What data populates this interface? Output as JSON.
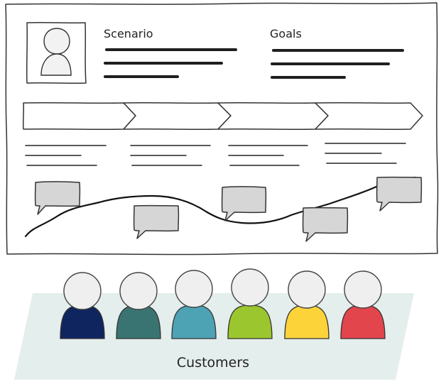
{
  "persona": {
    "scenario_label": "Scenario",
    "goals_label": "Goals"
  },
  "journey": {
    "stage_count": 4,
    "curve_shape": "wavy line across stages with five speech bubbles"
  },
  "customers": {
    "label": "Customers",
    "panel_color": "#e4eeec",
    "people": [
      {
        "name": "customer-navy",
        "color": "#0f2560"
      },
      {
        "name": "customer-dark-teal",
        "color": "#3a7472"
      },
      {
        "name": "customer-teal",
        "color": "#4da3b4"
      },
      {
        "name": "customer-green",
        "color": "#9cc62d"
      },
      {
        "name": "customer-yellow",
        "color": "#fdd33a"
      },
      {
        "name": "customer-red",
        "color": "#e3454c"
      }
    ]
  },
  "colors": {
    "bubble_fill": "#d6d6d6",
    "head_fill": "#efefef",
    "ink": "#1f1f1f"
  },
  "icons": {
    "avatar": "user-silhouette-icon",
    "speech": "speech-bubble-icon"
  }
}
